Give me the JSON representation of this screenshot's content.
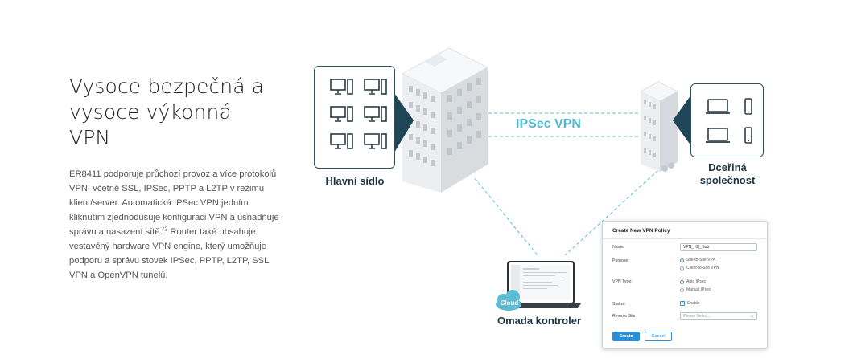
{
  "headline": "Vysoce bezpečná a\nvysoce výkonná\nVPN",
  "body": {
    "part1": "ER8411 podporuje průchozí provoz a více protokolů VPN, včetně SSL, IPSec, PPTP a L2TP v režimu klient/server. Automatická IPSec VPN jedním kliknutím zjednodušuje konfiguraci VPN a usnadňuje správu a nasazení sítě.",
    "footnote": "*2",
    "part2": " Router také obsahuje vestavěný hardware VPN engine, který umožňuje podporu a správu stovek IPSec, PPTP, L2TP, SSL VPN a OpenVPN tunelů."
  },
  "diagram": {
    "hq_label": "Hlavní sídlo",
    "branch_label_line1": "Dceřiná",
    "branch_label_line2": "společnost",
    "ipsec_label": "IPSec VPN",
    "controller_label": "Omada kontroler",
    "cloud_label": "Cloud",
    "hq_devices": [
      "desktop-icon",
      "desktop-icon",
      "desktop-icon",
      "desktop-icon",
      "desktop-icon",
      "desktop-icon"
    ],
    "branch_devices": [
      "laptop-icon",
      "phone-icon",
      "laptop-icon",
      "phone-icon"
    ],
    "colors": {
      "accent": "#4fb8cf",
      "navy": "#1f3642",
      "panel_border": "#2f4f5c",
      "button": "#2a8fd9"
    }
  },
  "dialog": {
    "title": "Create New VPN Policy",
    "name_label": "Name:",
    "name_value": "VPN_HQ_Sub",
    "purpose_label": "Purpose:",
    "purpose_options": [
      "Site-to-Site VPN",
      "Client-to-Site VPN"
    ],
    "purpose_selected": "Site-to-Site VPN",
    "vpn_type_label": "VPN Type:",
    "vpn_type_options": [
      "Auto IPsec",
      "Manual IPsec"
    ],
    "vpn_type_selected": "Auto IPsec",
    "status_label": "Status:",
    "status_value": "Enable",
    "remote_site_label": "Remote Site:",
    "remote_site_placeholder": "Please Select...",
    "create_label": "Create",
    "cancel_label": "Cancel"
  }
}
